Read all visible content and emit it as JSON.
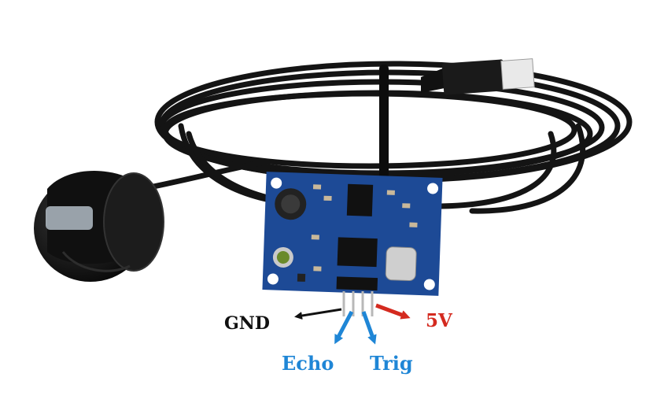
{
  "labels": {
    "gnd": "GND",
    "five_v": "5V",
    "echo": "Echo",
    "trig": "Trig"
  },
  "colors": {
    "gnd": "#111111",
    "five_v": "#d42a1f",
    "echo": "#1f86d6",
    "trig": "#1f86d6",
    "board": "#1d4a96",
    "cable": "#141414"
  },
  "objects": {
    "sensor": "ultrasonic-transducer-probe",
    "board": "sensor-driver-board",
    "connector": "usb-connector"
  }
}
